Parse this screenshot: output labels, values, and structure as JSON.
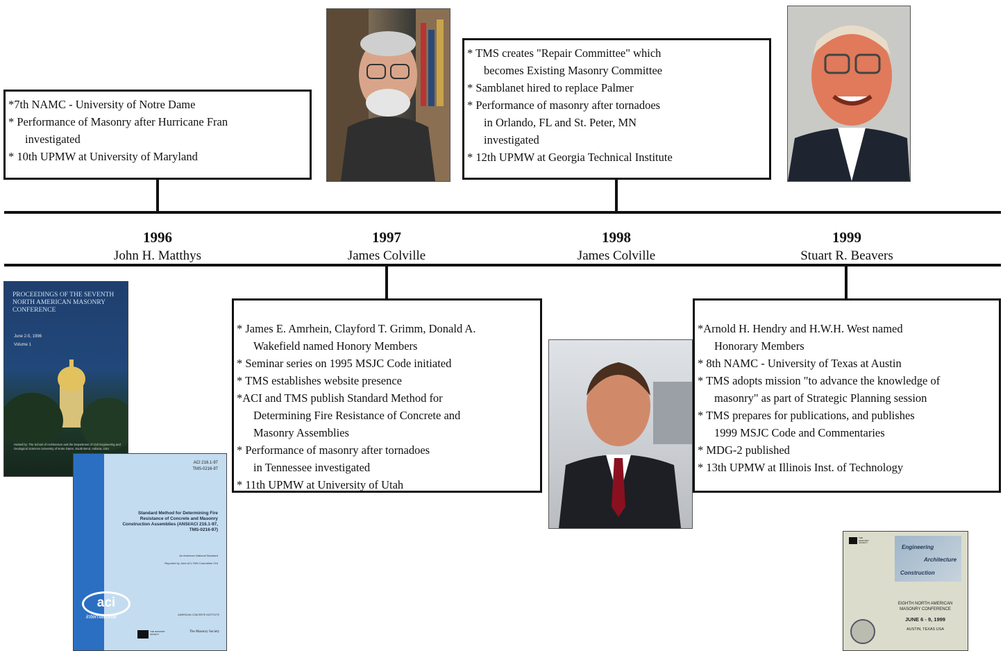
{
  "years": [
    {
      "year": "1996",
      "president": "John H. Matthys"
    },
    {
      "year": "1997",
      "president": "James Colville"
    },
    {
      "year": "1998",
      "president": "James Colville"
    },
    {
      "year": "1999",
      "president": "Stuart R. Beavers"
    }
  ],
  "box1996": [
    {
      "text": "*7th NAMC - University of Notre Dame"
    },
    {
      "text": "* Performance of Masonry after Hurricane Fran",
      "cont": "investigated"
    },
    {
      "text": "* 10th UPMW at University of Maryland"
    }
  ],
  "box1997": [
    {
      "text": "* James E. Amrhein, Clayford T. Grimm, Donald A.",
      "cont": "Wakefield named Honory Members"
    },
    {
      "text": "* Seminar series on 1995 MSJC Code initiated"
    },
    {
      "text": "* TMS establishes website presence"
    },
    {
      "text": "*ACI and TMS publish Standard Method for",
      "cont": "Determining Fire Resistance of Concrete and",
      "cont2": "Masonry Assemblies"
    },
    {
      "text": "* Performance of masonry after tornadoes",
      "cont": "in Tennessee investigated"
    },
    {
      "text": "* 11th UPMW at University of Utah"
    }
  ],
  "box1998": [
    {
      "text": "* TMS creates \"Repair Committee\" which",
      "cont": "becomes Existing Masonry Committee"
    },
    {
      "text": "* Samblanet hired to replace Palmer"
    },
    {
      "text": "* Performance of masonry after tornadoes",
      "cont": "in Orlando, FL and St. Peter, MN",
      "cont2": "investigated"
    },
    {
      "text": "* 12th UPMW at Georgia Technical Institute"
    }
  ],
  "box1999": [
    {
      "text": "*Arnold H. Hendry and H.W.H. West named",
      "cont": "Honorary Members"
    },
    {
      "text": "* 8th NAMC - University of Texas at Austin"
    },
    {
      "text": "* TMS adopts mission \"to advance the knowledge of",
      "cont": "masonry\" as part of Strategic Planning session"
    },
    {
      "text": "* TMS prepares for publications, and publishes",
      "cont": "1999 MSJC Code and Commentaries"
    },
    {
      "text": "* MDG-2 published"
    },
    {
      "text": "* 13th UPMW at Illinois Inst. of Technology"
    }
  ],
  "cover_namc7": {
    "title": "PROCEEDINGS OF THE SEVENTH NORTH AMERICAN MASONRY CONFERENCE",
    "dates": "June 2-5, 1996",
    "volume": "Volume 1",
    "host": "Hosted by: The School of Architecture and the Department of Civil Engineering and Geological Sciences University of Notre Dame, South Bend, Indiana, USA"
  },
  "cover_aci": {
    "code": "ACI 216.1-97",
    "code2": "TMS-0216-97",
    "title": "Standard Method for Determining Fire Resistance of Concrete and Masonry Construction Assemblies (ANSI/ACI 216.1-97, TMS-0216-97)",
    "standard": "An American National Standard",
    "reported": "Reported by Joint ACI-TMS Committee 216",
    "logo": "aci",
    "logo_sub": "international",
    "publisher1": "AMERICAN CONCRETE INSTITUTE",
    "publisher2": "The Masonry Society",
    "tms_logo": "THE MASONRY SOCIETY"
  },
  "cover_namc8": {
    "words": [
      "Engineering",
      "Architecture",
      "Construction"
    ],
    "conf": "EIGHTH NORTH AMERICAN MASONRY CONFERENCE",
    "dates": "JUNE 6 - 9, 1999",
    "place": "AUSTIN, TEXAS USA",
    "tms_logo": "THE MASONRY SOCIETY"
  }
}
